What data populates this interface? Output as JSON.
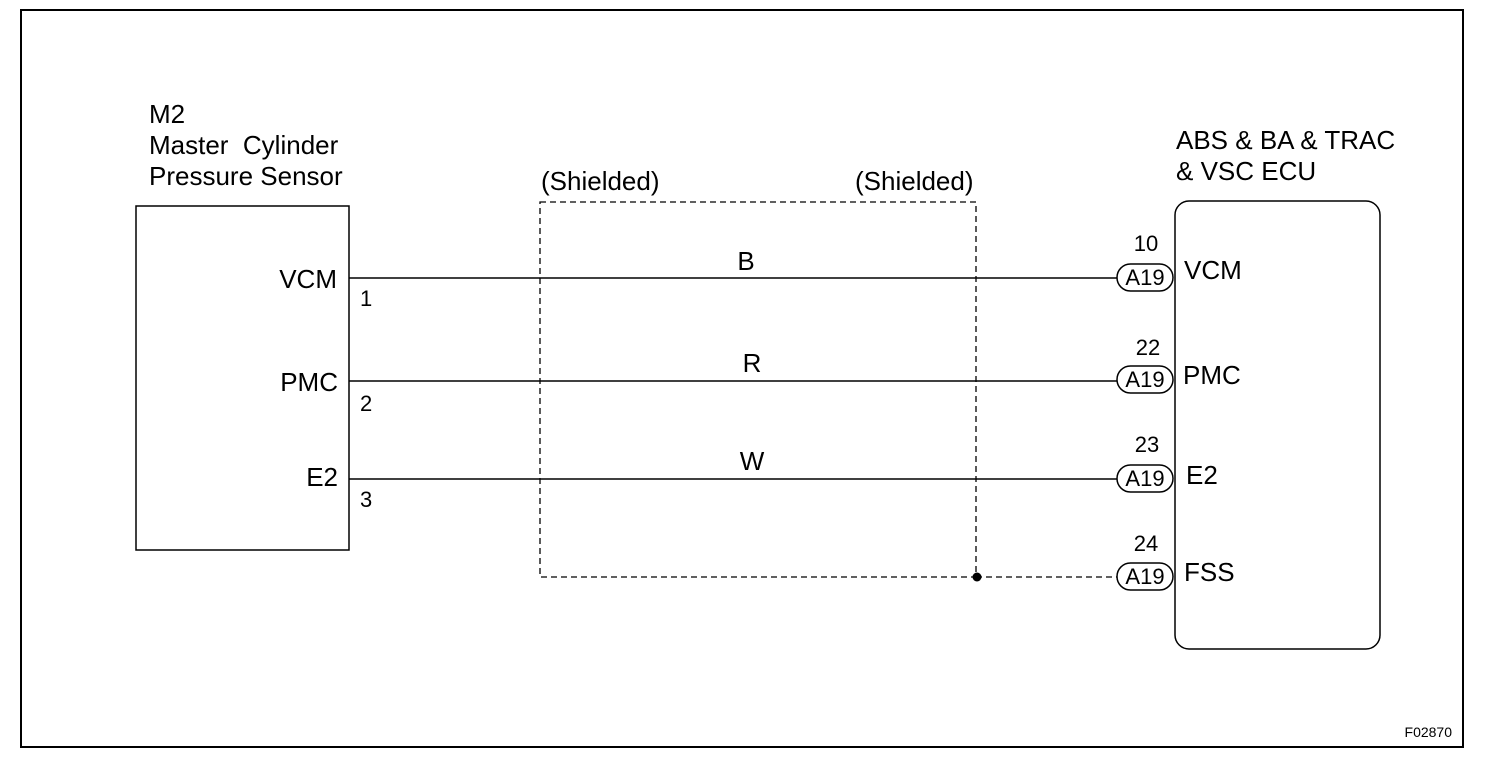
{
  "sensor": {
    "code": "M2",
    "name_line1": "Master  Cylinder",
    "name_line2": "Pressure Sensor",
    "pins": [
      {
        "name": "VCM",
        "number": "1"
      },
      {
        "name": "PMC",
        "number": "2"
      },
      {
        "name": "E2",
        "number": "3"
      }
    ]
  },
  "shield": {
    "left_label": "(Shielded)",
    "right_label": "(Shielded)"
  },
  "wires": [
    {
      "color": "B"
    },
    {
      "color": "R"
    },
    {
      "color": "W"
    }
  ],
  "ecu": {
    "name_line1": "ABS & BA & TRAC",
    "name_line2": "& VSC ECU",
    "connector": "A19",
    "terminals": [
      {
        "number": "10",
        "name": "VCM"
      },
      {
        "number": "22",
        "name": "PMC"
      },
      {
        "number": "23",
        "name": "E2"
      },
      {
        "number": "24",
        "name": "FSS"
      }
    ]
  },
  "figure_id": "F02870"
}
